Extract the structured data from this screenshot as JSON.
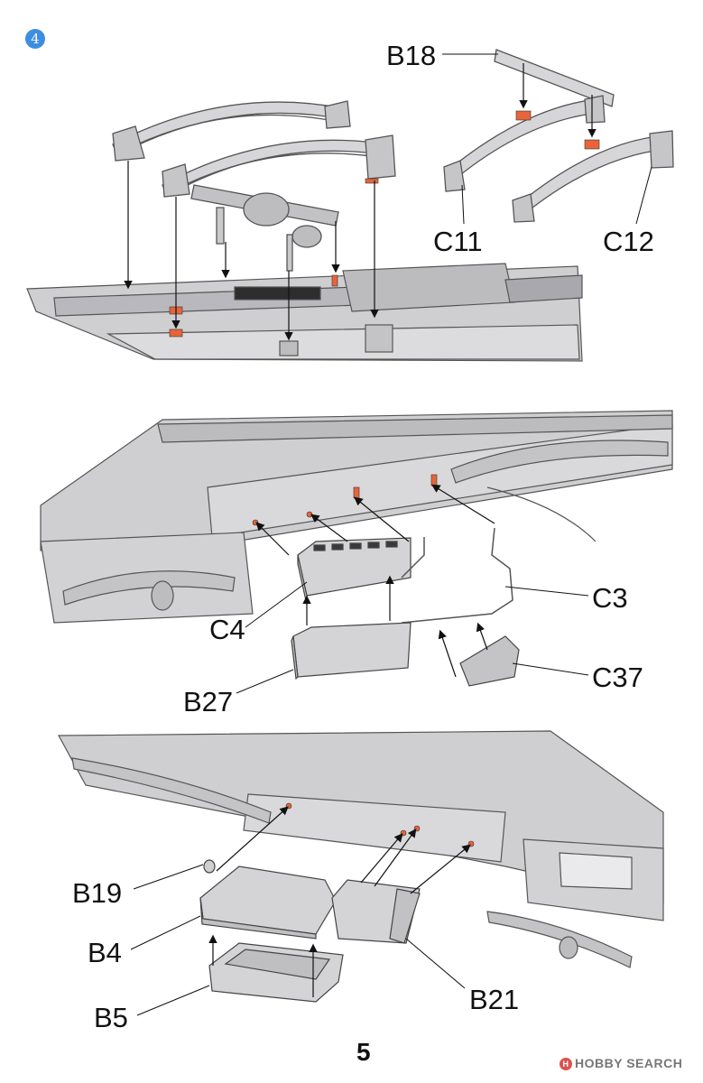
{
  "step": {
    "number": "4"
  },
  "panels": {
    "top": {
      "labels": [
        "B18",
        "C11",
        "C12"
      ]
    },
    "middle": {
      "labels": [
        "C3",
        "C4",
        "C37",
        "B27"
      ]
    },
    "bottom": {
      "labels": [
        "B19",
        "B4",
        "B5",
        "B21"
      ]
    }
  },
  "page_number": "5",
  "watermark": {
    "logo": "H",
    "text": "HOBBY SEARCH"
  },
  "colors": {
    "frame": "#c9c9cb",
    "frame_dark": "#8f9094",
    "line": "#2a2a2a",
    "marker": "#e8643a",
    "badge": "#3d8ee0"
  },
  "icons": [
    "step-number-badge",
    "leaf-spring-icon",
    "chassis-frame-icon",
    "battery-box-icon",
    "toolbox-icon",
    "arrow-icon"
  ]
}
